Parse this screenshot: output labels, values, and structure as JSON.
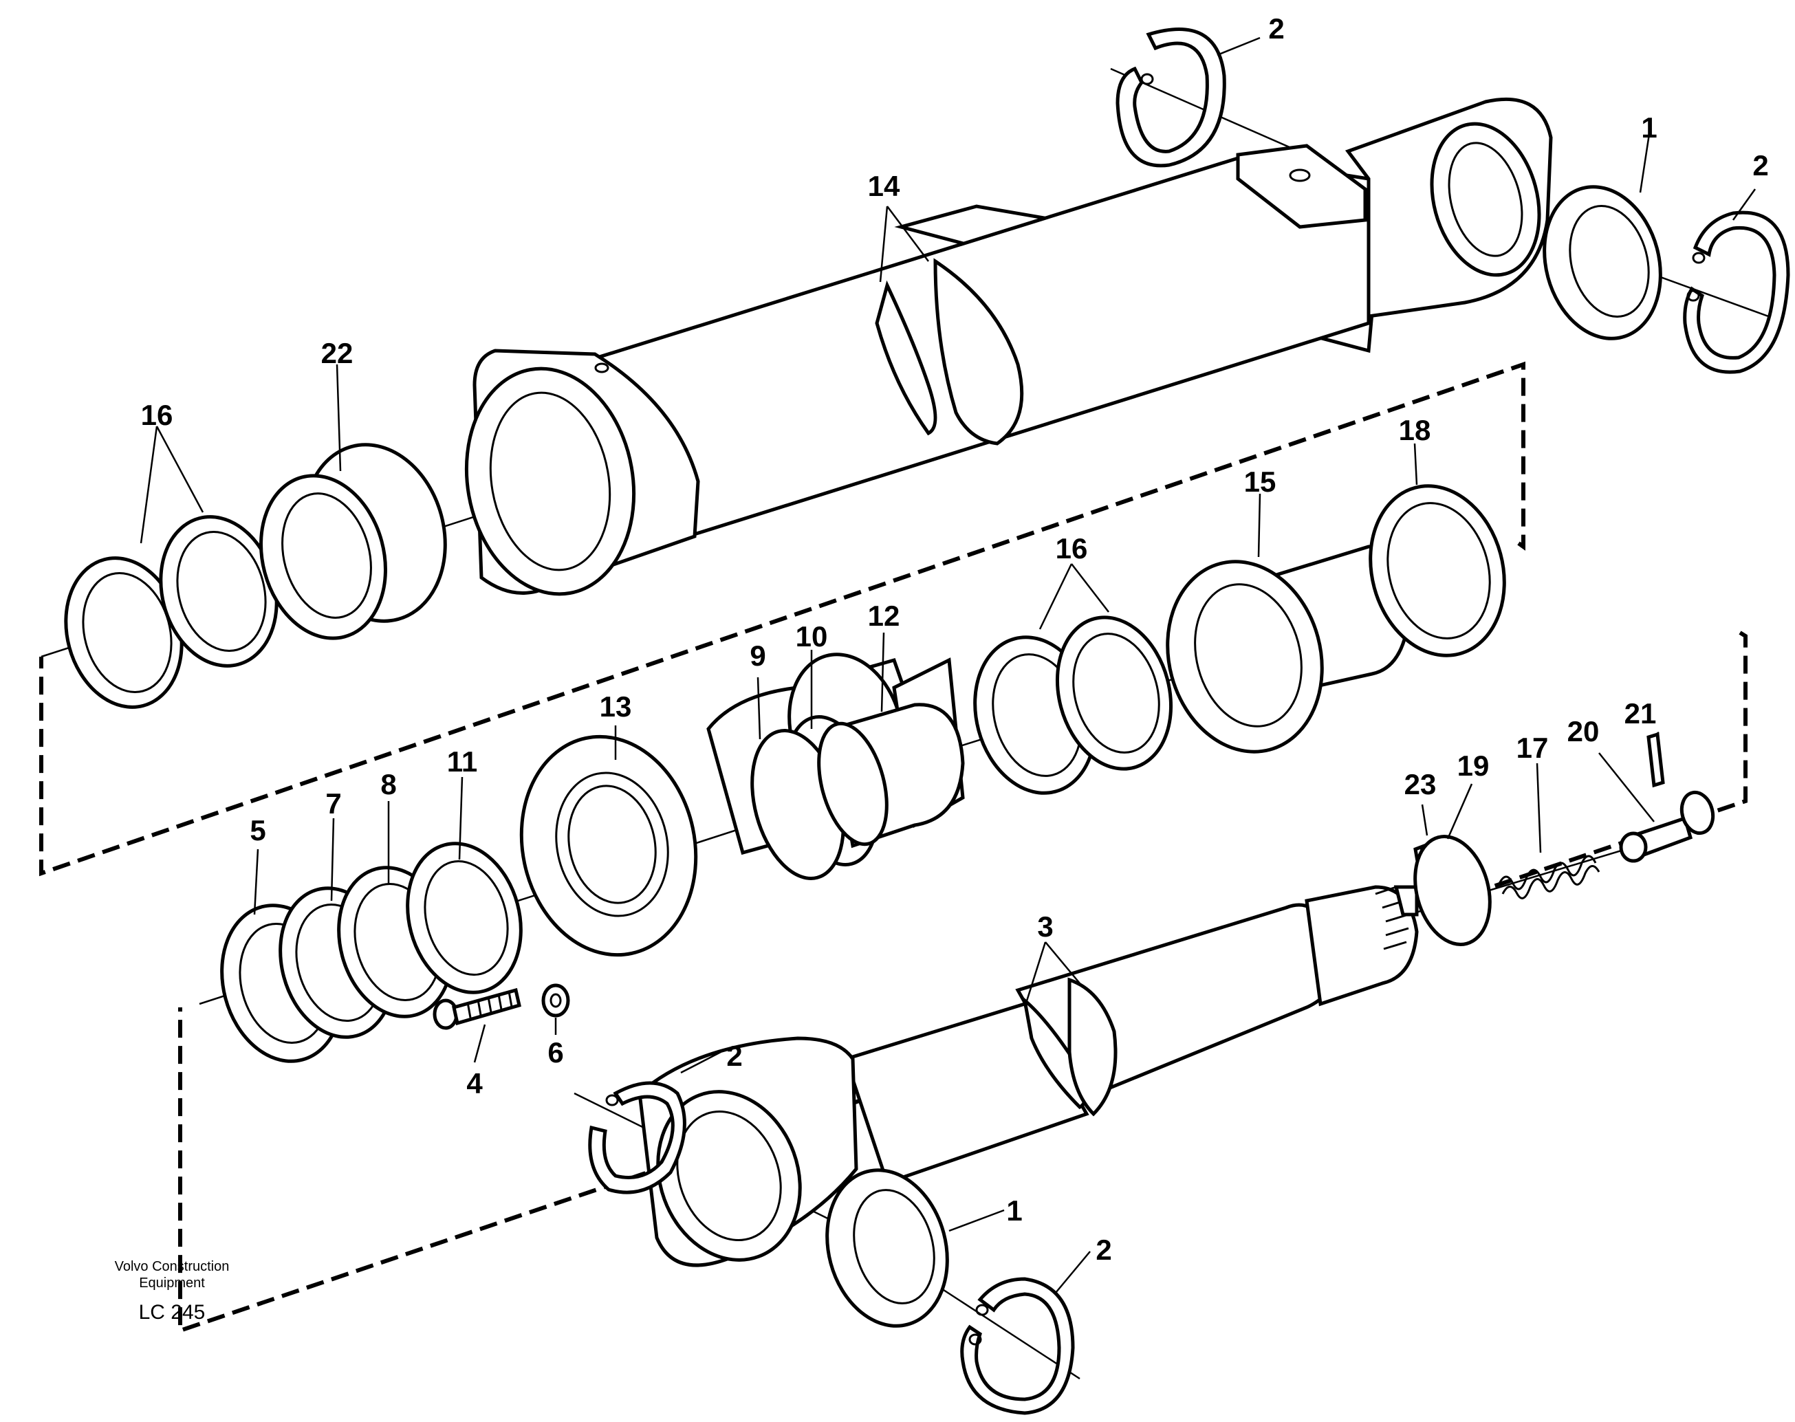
{
  "callouts": [
    {
      "id": "c-2-top",
      "text": "2"
    },
    {
      "id": "c-1-top",
      "text": "1"
    },
    {
      "id": "c-2-right",
      "text": "2"
    },
    {
      "id": "c-14",
      "text": "14"
    },
    {
      "id": "c-22",
      "text": "22"
    },
    {
      "id": "c-16-top",
      "text": "16"
    },
    {
      "id": "c-18",
      "text": "18"
    },
    {
      "id": "c-15",
      "text": "15"
    },
    {
      "id": "c-16-mid",
      "text": "16"
    },
    {
      "id": "c-12",
      "text": "12"
    },
    {
      "id": "c-10",
      "text": "10"
    },
    {
      "id": "c-9",
      "text": "9"
    },
    {
      "id": "c-13",
      "text": "13"
    },
    {
      "id": "c-11",
      "text": "11"
    },
    {
      "id": "c-8",
      "text": "8"
    },
    {
      "id": "c-7",
      "text": "7"
    },
    {
      "id": "c-5",
      "text": "5"
    },
    {
      "id": "c-21",
      "text": "21"
    },
    {
      "id": "c-20",
      "text": "20"
    },
    {
      "id": "c-17",
      "text": "17"
    },
    {
      "id": "c-19",
      "text": "19"
    },
    {
      "id": "c-23",
      "text": "23"
    },
    {
      "id": "c-3",
      "text": "3"
    },
    {
      "id": "c-4",
      "text": "4"
    },
    {
      "id": "c-6",
      "text": "6"
    },
    {
      "id": "c-2-bottom-left",
      "text": "2"
    },
    {
      "id": "c-1-bottom",
      "text": "1"
    },
    {
      "id": "c-2-bottom-right",
      "text": "2"
    }
  ],
  "caption": {
    "line1": "Volvo Construction",
    "line2": "Equipment",
    "code": "LC 245"
  }
}
